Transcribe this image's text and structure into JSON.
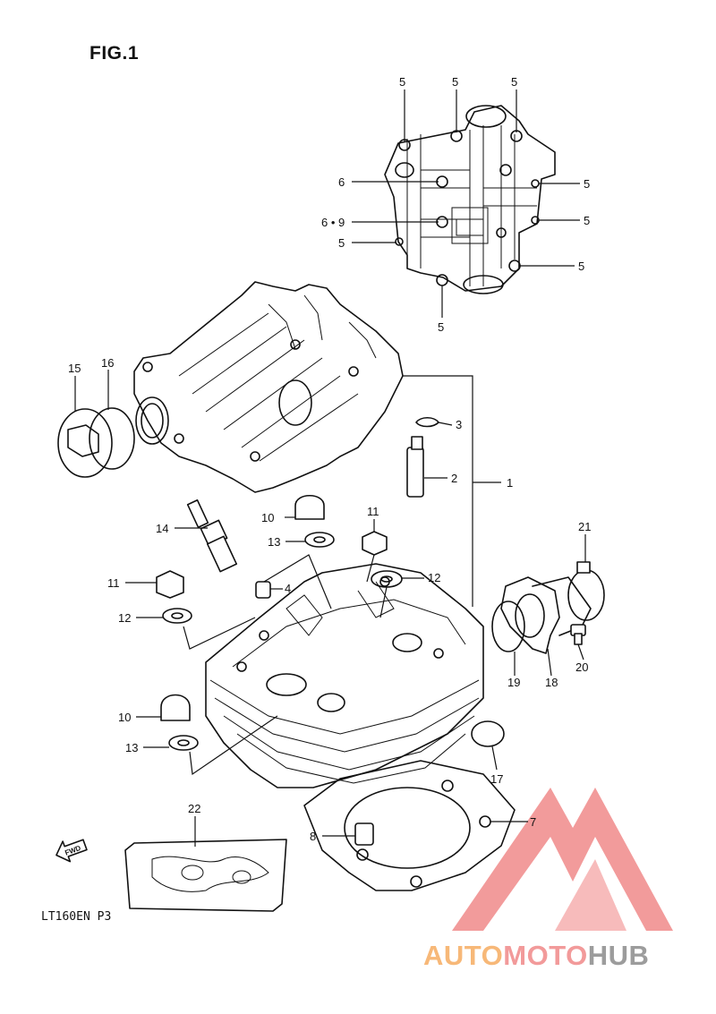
{
  "figure": {
    "title": "FIG.1",
    "model_code": "LT160EN P3",
    "callouts": [
      "5",
      "5",
      "5",
      "6",
      "6 • 9",
      "5",
      "5",
      "5",
      "5",
      "5",
      "15",
      "16",
      "3",
      "2",
      "1",
      "14",
      "10",
      "11",
      "13",
      "4",
      "12",
      "11",
      "12",
      "21",
      "20",
      "19",
      "18",
      "10",
      "13",
      "17",
      "22",
      "8",
      "7"
    ],
    "fwd_mark": "FWD"
  },
  "watermark": {
    "part1": "AUTO",
    "part2": "MOTO",
    "part3": "HUB",
    "colors": {
      "auto": "#f7b878",
      "moto": "#f29a9a",
      "hub": "#9c9c9c",
      "logo": "#f08a8a"
    }
  }
}
